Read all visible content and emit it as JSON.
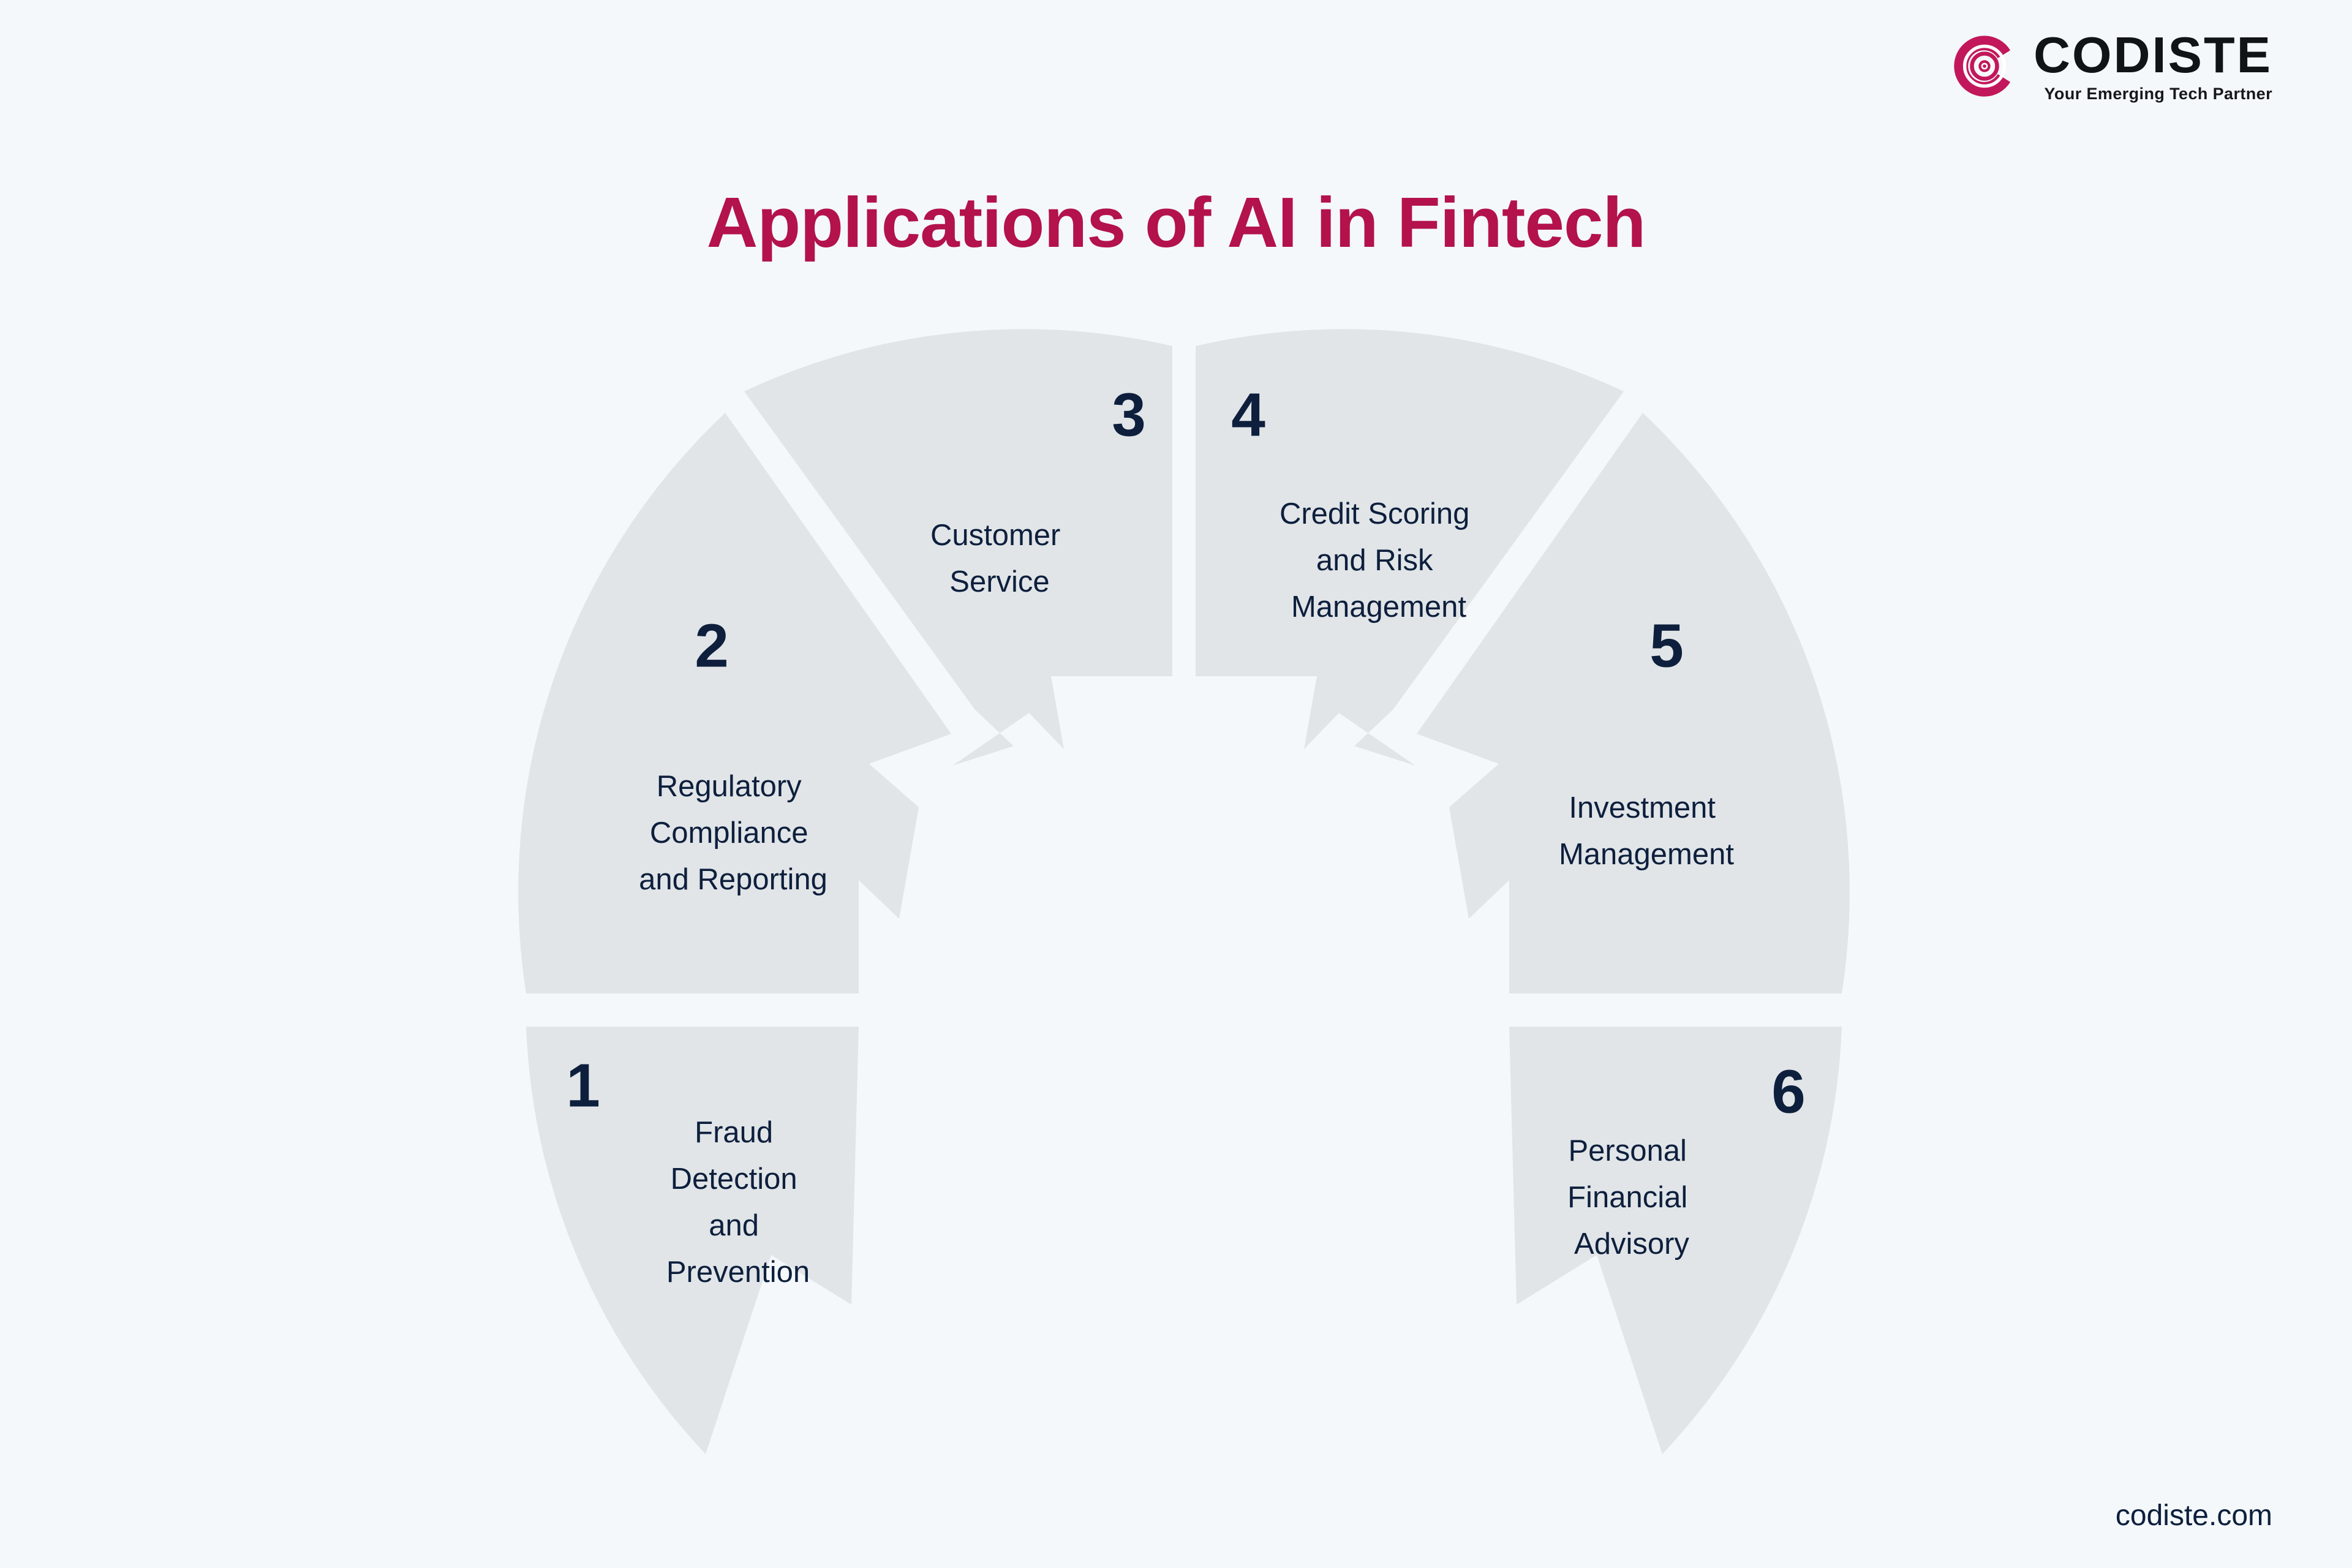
{
  "page": {
    "background_color": "#f4f8fb",
    "title": "Applications of AI in Fintech",
    "title_color": "#b3124b",
    "footer_url": "codiste.com"
  },
  "logo": {
    "wordmark": "CODISTE",
    "tagline": "Your Emerging Tech Partner",
    "mark_color": "#c2185b",
    "text_color": "#111417"
  },
  "diagram": {
    "type": "numbered-arc-segments",
    "segment_fill": "#e1e5e8",
    "text_color": "#0d1f3c",
    "segments": [
      {
        "number": "1",
        "label_lines": [
          "Fraud",
          "Detection",
          "and",
          "Prevention"
        ],
        "label": "Fraud Detection and Prevention"
      },
      {
        "number": "2",
        "label_lines": [
          "Regulatory",
          "Compliance",
          "and Reporting"
        ],
        "label": "Regulatory Compliance and Reporting"
      },
      {
        "number": "3",
        "label_lines": [
          "Customer",
          "Service"
        ],
        "label": "Customer Service"
      },
      {
        "number": "4",
        "label_lines": [
          "Credit Scoring",
          "and Risk",
          "Management"
        ],
        "label": "Credit Scoring and Risk Management"
      },
      {
        "number": "5",
        "label_lines": [
          "Investment",
          "Management"
        ],
        "label": "Investment Management"
      },
      {
        "number": "6",
        "label_lines": [
          "Personal",
          "Financial",
          "Advisory"
        ],
        "label": "Personal Financial Advisory"
      }
    ]
  }
}
